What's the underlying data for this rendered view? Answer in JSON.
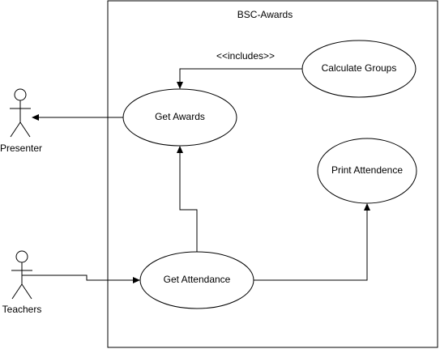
{
  "diagram": {
    "system_title": "BSC-Awards",
    "actors": [
      {
        "id": "presenter",
        "label": "Presenter"
      },
      {
        "id": "teachers",
        "label": "Teachers"
      }
    ],
    "use_cases": [
      {
        "id": "get_awards",
        "label": "Get Awards"
      },
      {
        "id": "calculate_groups",
        "label": "Calculate Groups"
      },
      {
        "id": "print_attendence",
        "label": "Print Attendence"
      },
      {
        "id": "get_attendance",
        "label": "Get Attendance"
      }
    ],
    "relations": {
      "includes_label": "<<includes>>"
    },
    "colors": {
      "stroke": "#000000",
      "background": "#ffffff"
    }
  }
}
